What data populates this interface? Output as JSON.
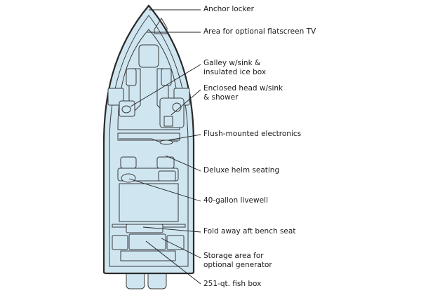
{
  "labels": [
    {
      "name": "label-anchor-locker",
      "lines": [
        "Anchor locker"
      ]
    },
    {
      "name": "label-flatscreen-tv",
      "lines": [
        "Area for optional flatscreen TV"
      ]
    },
    {
      "name": "label-galley",
      "lines": [
        "Galley w/sink &",
        "insulated ice box"
      ]
    },
    {
      "name": "label-head",
      "lines": [
        "Enclosed head w/sink",
        "& shower"
      ]
    },
    {
      "name": "label-electronics",
      "lines": [
        "Flush-mounted electronics"
      ]
    },
    {
      "name": "label-helm-seating",
      "lines": [
        "Deluxe helm seating"
      ]
    },
    {
      "name": "label-livewell",
      "lines": [
        "40-gallon livewell"
      ]
    },
    {
      "name": "label-bench-seat",
      "lines": [
        "Fold away aft bench seat"
      ]
    },
    {
      "name": "label-generator",
      "lines": [
        "Storage area for",
        "optional generator"
      ]
    },
    {
      "name": "label-fish-box",
      "lines": [
        "251-qt. fish box"
      ]
    }
  ]
}
